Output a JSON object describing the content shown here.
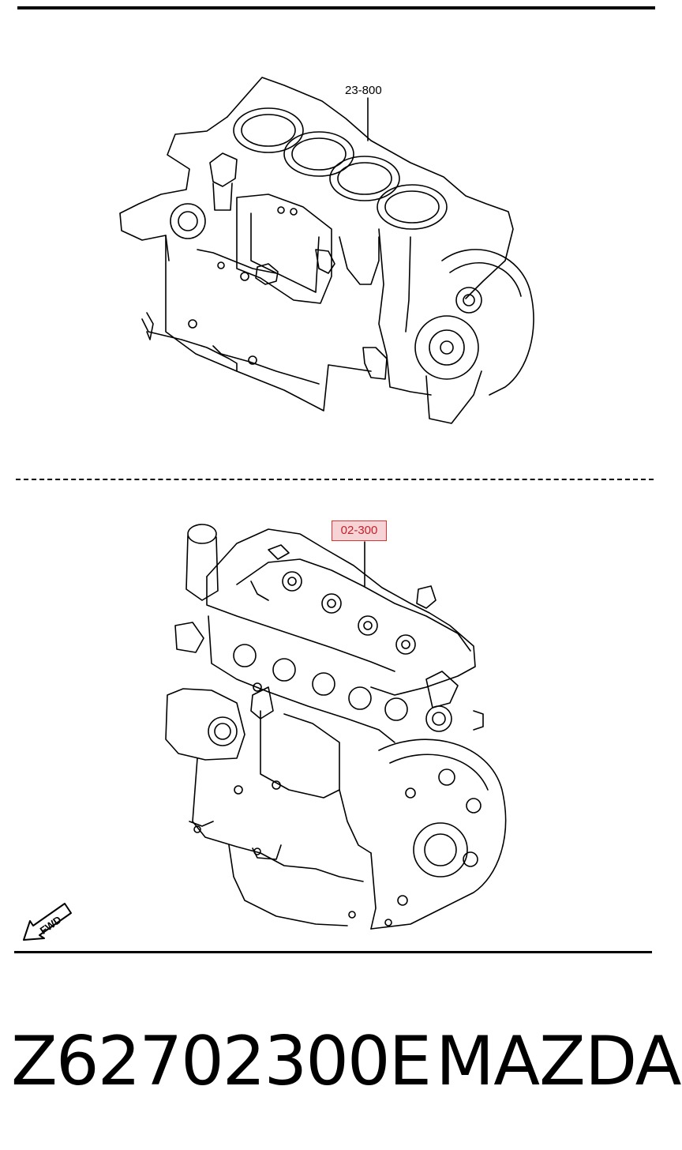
{
  "diagram": {
    "top_callout": "23-800",
    "bottom_callout": "02-300",
    "direction_label": "FWD"
  },
  "footer": {
    "part_number": "Z62702300E",
    "brand": "MAZDA"
  },
  "colors": {
    "line": "#000000",
    "highlight_border": "#d33333",
    "highlight_fill": "#f6d4d6",
    "highlight_text": "#c2202c"
  },
  "icons": [
    "fwd-arrow-icon"
  ]
}
